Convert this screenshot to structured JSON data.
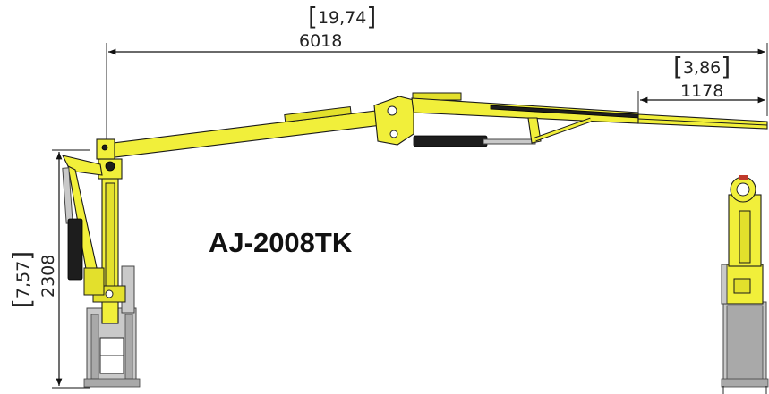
{
  "model_label": "AJ-2008TK",
  "dimensions": {
    "overall_length": {
      "feet": "19,74",
      "mm": "6018"
    },
    "extension": {
      "feet": "3,86",
      "mm": "1178"
    },
    "height": {
      "feet": "7,57",
      "mm": "2308"
    }
  },
  "colors": {
    "machine_yellow": "#f1ef3a",
    "cylinder_black": "#1d1d1d",
    "base_grey": "#c9c9c9"
  }
}
